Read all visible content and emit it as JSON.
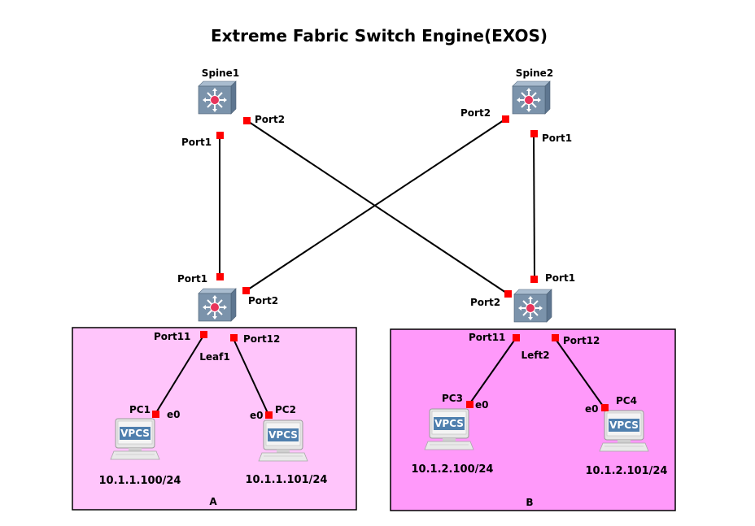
{
  "title": "Extreme Fabric Switch Engine(EXOS)",
  "colors": {
    "zone_a_fill": "#ffc5fb",
    "zone_b_fill": "#ff99fa",
    "port": "#ff0000",
    "switch_body": "#7b93ab",
    "vpcs_screen": "#4f7fae"
  },
  "zones": [
    {
      "label": "A"
    },
    {
      "label": "B"
    }
  ],
  "switches": {
    "spine1": {
      "name": "Spine1",
      "icon": "layer3-switch-icon"
    },
    "spine2": {
      "name": "Spine2",
      "icon": "layer3-switch-icon"
    },
    "leaf1": {
      "name": "Leaf1",
      "icon": "layer3-switch-icon"
    },
    "left2": {
      "name": "Left2",
      "icon": "layer3-switch-icon"
    }
  },
  "pcs": {
    "pc1": {
      "name": "PC1",
      "ip": "10.1.1.100/24",
      "icon_text": "VPCS"
    },
    "pc2": {
      "name": "PC2",
      "ip": "10.1.1.101/24",
      "icon_text": "VPCS"
    },
    "pc3": {
      "name": "PC3",
      "ip": "10.1.2.100/24",
      "icon_text": "VPCS"
    },
    "pc4": {
      "name": "PC4",
      "ip": "10.1.2.101/24",
      "icon_text": "VPCS"
    }
  },
  "ports": {
    "spine1_port1": "Port1",
    "spine1_port2": "Port2",
    "spine2_port1": "Port1",
    "spine2_port2": "Port2",
    "leaf1_port1": "Port1",
    "leaf1_port2": "Port2",
    "leaf1_port11": "Port11",
    "leaf1_port12": "Port12",
    "left2_port1": "Port1",
    "left2_port2": "Port2",
    "left2_port11": "Port11",
    "left2_port12": "Port12",
    "pc1_e0": "e0",
    "pc2_e0": "e0",
    "pc3_e0": "e0",
    "pc4_e0": "e0"
  },
  "links": [
    {
      "from": "Spine1 Port1",
      "to": "Leaf1 Port1"
    },
    {
      "from": "Spine1 Port2",
      "to": "Left2 Port2"
    },
    {
      "from": "Spine2 Port1",
      "to": "Left2 Port1"
    },
    {
      "from": "Spine2 Port2",
      "to": "Leaf1 Port2"
    },
    {
      "from": "Leaf1 Port11",
      "to": "PC1 e0"
    },
    {
      "from": "Leaf1 Port12",
      "to": "PC2 e0"
    },
    {
      "from": "Left2 Port11",
      "to": "PC3 e0"
    },
    {
      "from": "Left2 Port12",
      "to": "PC4 e0"
    }
  ]
}
